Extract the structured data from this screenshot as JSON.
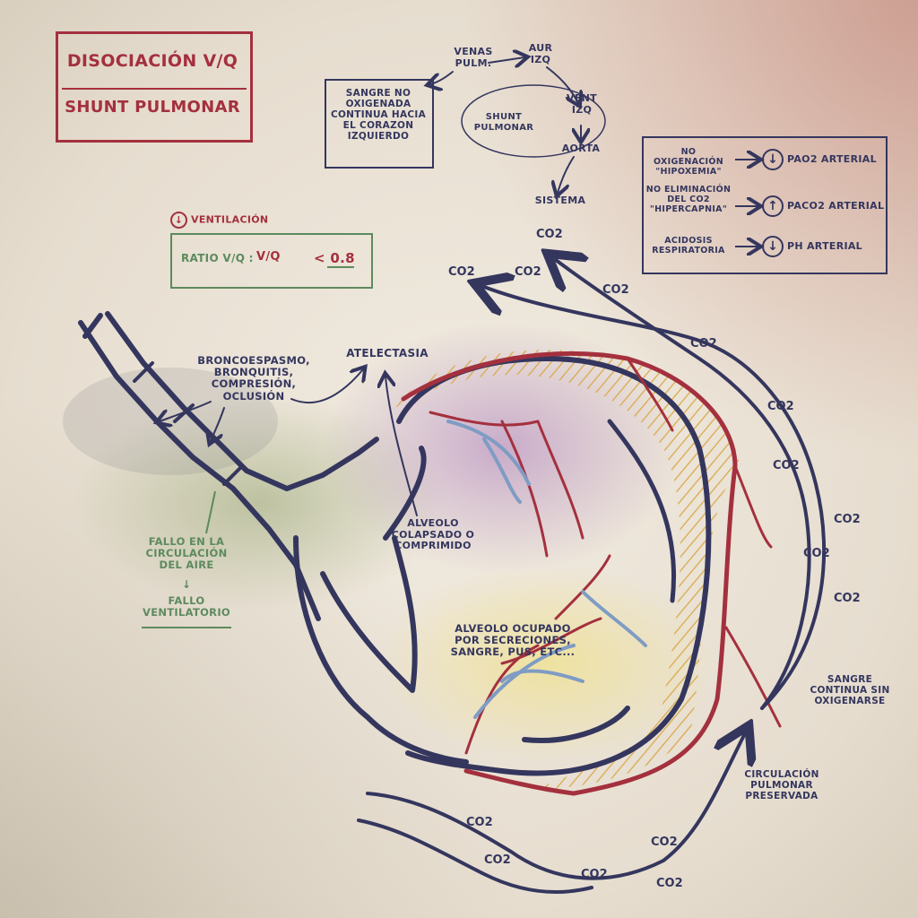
{
  "title": {
    "line1": "Disociación V/Q",
    "line2": "Shunt Pulmonar"
  },
  "cycle": {
    "venas_pulm": "Venas Pulm.",
    "aur_izq": "Aur Izq",
    "vent_izq": "Vent Izq",
    "aorta": "Aorta",
    "sistema": "Sistema",
    "shunt": "Shunt Pulmonar",
    "co2": "CO2"
  },
  "note_box": "Sangre no oxigenada continua hacia el corazon izquierdo",
  "ventilacion": {
    "header": "Ventilación",
    "ratio_label": "Ratio V/Q :",
    "ratio_fraction": "V/Q",
    "ratio_value": "< 0.8"
  },
  "effects": [
    {
      "label": "No oxigenación \"Hipoxemia\"",
      "direction": "down",
      "result": "PaO2 arterial"
    },
    {
      "label": "No eliminación del CO2 \"Hipercapnia\"",
      "direction": "up",
      "result": "PaCO2 arterial"
    },
    {
      "label": "Acidosis respiratoria",
      "direction": "down",
      "result": "pH arterial"
    }
  ],
  "annotations": {
    "bronco": "Broncoespasmo, bronquitis, compresión, oclusión",
    "atelectasia": "Atelectasia",
    "alveolo_colapsado": "Alveolo colapsado o comprimido",
    "alveolo_ocupado": "Alveolo ocupado por secreciones, sangre, pus, etc...",
    "fallo_circulacion": "Fallo en la circulación del aire",
    "fallo_arrow": "↓",
    "fallo_ventilatorio": "Fallo ventilatorio",
    "sangre_continua": "Sangre continua sin oxigenarse",
    "circulacion": "Circulación pulmonar preservada"
  },
  "co2_label": "CO2",
  "colors": {
    "navy": "#34365e",
    "red": "#a4303e",
    "green": "#5d8a5e",
    "blue": "#7e9cc4",
    "ochre": "#d9a84a"
  }
}
